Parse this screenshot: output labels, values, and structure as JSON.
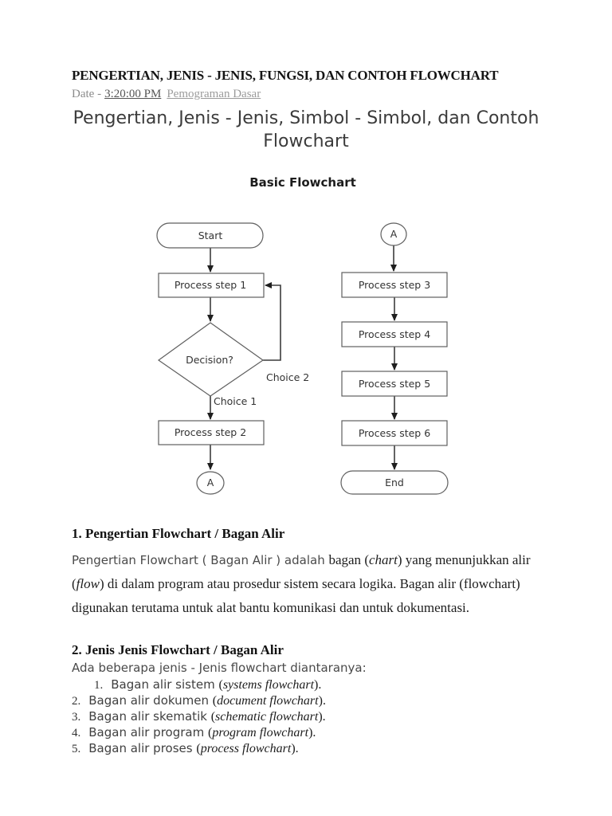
{
  "header": {
    "title": "PENGERTIAN, JENIS - JENIS, FUNGSI, DAN CONTOH FLOWCHART",
    "date_label": "Date -",
    "date_time": "3:20:00 PM",
    "category": "Pemograman Dasar",
    "heading": "Pengertian, Jenis - Jenis, Simbol - Simbol, dan Contoh Flowchart"
  },
  "flowchart": {
    "title": "Basic Flowchart",
    "nodes": {
      "start": "Start",
      "ps1": "Process step 1",
      "decision": "Decision?",
      "ps2": "Process step 2",
      "a1": "A",
      "a2": "A",
      "ps3": "Process step 3",
      "ps4": "Process step 4",
      "ps5": "Process step 5",
      "ps6": "Process step 6",
      "end": "End"
    },
    "edge_labels": {
      "choice1": "Choice 1",
      "choice2": "Choice 2"
    }
  },
  "section1": {
    "heading": "1. Pengertian Flowchart / Bagan Alir",
    "paragraph": [
      {
        "t": "Pengertian Flowchart ( Bagan Alir ) adalah ",
        "s": "sans"
      },
      {
        "t": "bagan ",
        "s": "serif"
      },
      {
        "t": "(",
        "s": "serif"
      },
      {
        "t": "chart",
        "s": "serif-italic"
      },
      {
        "t": ") yang menunjukkan alir ",
        "s": "serif"
      },
      {
        "t": "(",
        "s": "serif"
      },
      {
        "t": "flow",
        "s": "serif-italic"
      },
      {
        "t": ") di dalam program atau prosedur sistem secara logika. Bagan alir (flowchart) digunakan terutama untuk alat bantu komunikasi dan untuk dokumentasi.",
        "s": "serif"
      }
    ]
  },
  "section2": {
    "heading": "2. Jenis Jenis Flowchart / Bagan Alir",
    "intro": "Ada beberapa jenis - Jenis flowchart diantaranya:",
    "items": [
      {
        "number": "1.",
        "segments": [
          {
            "t": "Bagan alir sistem ",
            "s": "sans"
          },
          {
            "t": "(",
            "s": "serif"
          },
          {
            "t": "systems flowchart",
            "s": "serif-italic"
          },
          {
            "t": ").",
            "s": "serif"
          }
        ]
      },
      {
        "number": "2.",
        "segments": [
          {
            "t": "Bagan alir dokumen ",
            "s": "sans"
          },
          {
            "t": "(",
            "s": "serif"
          },
          {
            "t": "document flowchart",
            "s": "serif-italic"
          },
          {
            "t": ").",
            "s": "serif"
          }
        ]
      },
      {
        "number": "3.",
        "segments": [
          {
            "t": "Bagan alir skematik ",
            "s": "sans"
          },
          {
            "t": "(",
            "s": "serif"
          },
          {
            "t": "schematic flowchart",
            "s": "serif-italic"
          },
          {
            "t": ").",
            "s": "serif"
          }
        ]
      },
      {
        "number": "4.",
        "segments": [
          {
            "t": "Bagan alir program ",
            "s": "sans"
          },
          {
            "t": "(",
            "s": "serif"
          },
          {
            "t": "program flowchart",
            "s": "serif-italic"
          },
          {
            "t": ").",
            "s": "serif"
          }
        ]
      },
      {
        "number": "5.",
        "segments": [
          {
            "t": "Bagan alir proses ",
            "s": "sans"
          },
          {
            "t": "(",
            "s": "serif"
          },
          {
            "t": "process flowchart",
            "s": "serif-italic"
          },
          {
            "t": ").",
            "s": "serif"
          }
        ]
      }
    ]
  },
  "colors": {
    "page_bg": "#ffffff",
    "body_text": "#1d1d1d",
    "muted_text": "#8a8a8a",
    "flow_line": "#3c3c3c",
    "flow_border": "#5f5f5f"
  }
}
